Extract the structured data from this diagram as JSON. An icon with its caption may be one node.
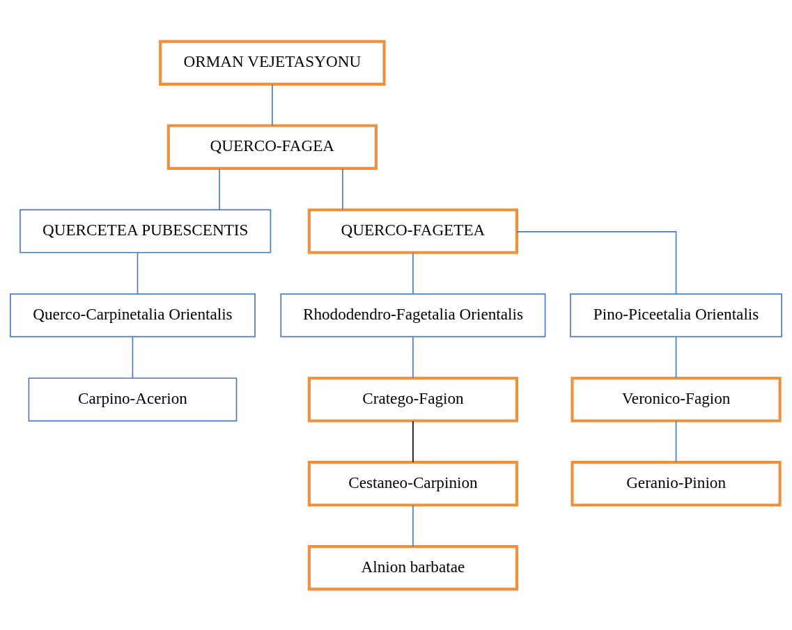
{
  "diagram": {
    "nodes": [
      {
        "text": [
          "ORMAN VEJETASYONU"
        ]
      },
      {
        "text": [
          "QUERCO-FAGEA"
        ]
      },
      {
        "text": [
          "QUERCETEA PUBESCENTIS"
        ]
      },
      {
        "text": [
          "QUERCO-FAGETEA"
        ]
      },
      {
        "text": [
          "Querco-Carpinetalia Orientalis"
        ]
      },
      {
        "text": [
          "Rhododendro-Fagetalia Orientalis"
        ]
      },
      {
        "text": [
          "Pino-Piceetalia Orientalis"
        ]
      },
      {
        "text": [
          "Carpino-Acerion"
        ]
      },
      {
        "text": [
          "Cratego-Fagion"
        ]
      },
      {
        "text": [
          "Cestaneo-Carpinion"
        ]
      },
      {
        "text": [
          "Alnion barbatae"
        ]
      },
      {
        "text": [
          "Veronico-Fagion"
        ]
      },
      {
        "text": [
          "Geranio-Pinion"
        ]
      }
    ],
    "edges": [
      {
        "from": 0,
        "to": 1,
        "arrow": "none"
      },
      {
        "from": 1,
        "to": 2,
        "arrow": "none"
      },
      {
        "from": 1,
        "to": 3,
        "arrow": "none"
      },
      {
        "from": 2,
        "to": 4,
        "arrow": "none"
      },
      {
        "from": 3,
        "to": 5,
        "arrow": "none"
      },
      {
        "from": 3,
        "to": 6,
        "arrow": "none"
      },
      {
        "from": 4,
        "to": 7,
        "arrow": "none"
      },
      {
        "from": 5,
        "to": 8,
        "arrow": "none"
      },
      {
        "from": 8,
        "to": 9,
        "arrow": "none",
        "color": "#000000"
      },
      {
        "from": 9,
        "to": 10,
        "arrow": "none"
      },
      {
        "from": 6,
        "to": 11,
        "arrow": "none"
      },
      {
        "from": 11,
        "to": 12,
        "arrow": "none"
      }
    ]
  }
}
